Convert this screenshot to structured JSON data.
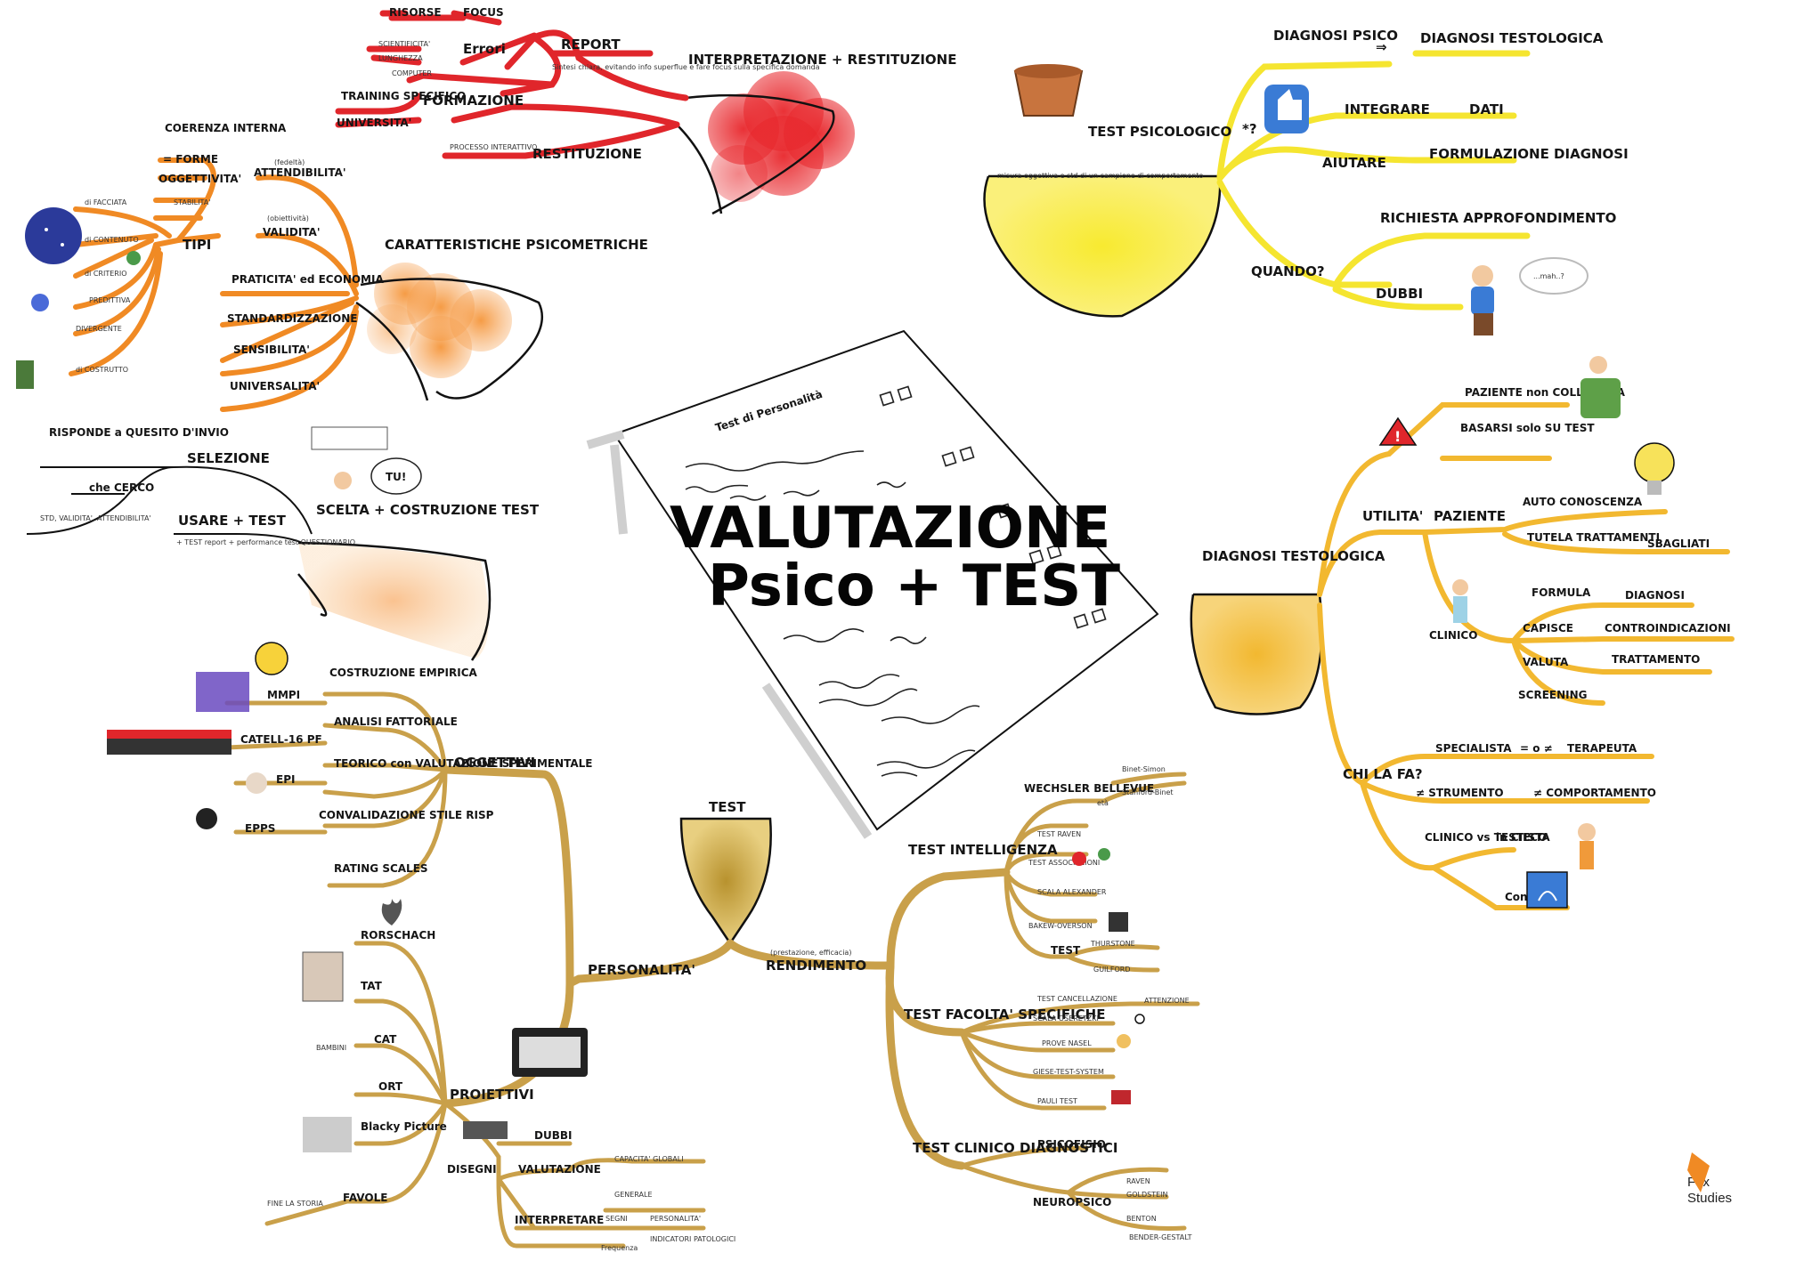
{
  "title": {
    "line1": "VALUTAZIONE",
    "line2": "Psico + TEST"
  },
  "paper": {
    "header": "Test di Personalità"
  },
  "colors": {
    "red": "#e0262b",
    "orange": "#f08a24",
    "yellow": "#f5e530",
    "gold": "#f2b830",
    "brown": "#c9a04a",
    "ink": "#151515"
  },
  "top_red": {
    "root": "INTERPRETAZIONE + RESTITUZIONE",
    "report": "REPORT",
    "report_note": "Sintesi chiara, evitando info superflue e fare focus sulla specifica domanda",
    "errori": "Errori",
    "risorse": "RISORSE",
    "focus": "FOCUS",
    "scientificita": "SCIENTIFICITA'",
    "lunghezza": "LUNGHEZZA",
    "computer": "COMPUTER",
    "formazione": "FORMAZIONE",
    "training": "TRAINING SPECIFICO",
    "universita": "UNIVERSITA'",
    "restituzione": "RESTITUZIONE",
    "processo": "PROCESSO INTERATTIVO"
  },
  "top_orange": {
    "root": "CARATTERISTICHE PSICOMETRICHE",
    "attendibilita": "ATTENDIBILITA'",
    "attendibilita_note": "(fedeltà)",
    "coerenza": "COERENZA INTERNA",
    "forme": "= FORME",
    "oggettivita": "OGGETTIVITA'",
    "stabilita": "STABILITA'",
    "tipi": "TIPI",
    "validita": "VALIDITA'",
    "validita_note": "(obiettività)",
    "facciata": "di FACCIATA",
    "contenuto": "di CONTENUTO",
    "criterio": "di CRITERIO",
    "predittiva": "PREDITTIVA",
    "divergente": "DIVERGENTE",
    "costrutto": "di COSTRUTTO",
    "praticita": "PRATICITA' ed ECONOMIA",
    "standardizzazione": "STANDARDIZZAZIONE",
    "sensibilita": "SENSIBILITA'",
    "universalita": "UNIVERSALITA'"
  },
  "left_scelta": {
    "root": "SCELTA + COSTRUZIONE TEST",
    "risponde": "RISPONDE a QUESITO D'INVIO",
    "selezione": "SELEZIONE",
    "cerco": "che CERCO",
    "std": "STD, VALIDITA', ATTENDIBILITA'",
    "usare": "USARE + TEST",
    "usare_note": "+ TEST report + performance test QUESTIONARIO",
    "tui": "TU!"
  },
  "top_yellow": {
    "root": "TEST PSICOLOGICO",
    "root_note": "misura oggettiva e std di un campione di comportamento",
    "diagnosi_psico": "DIAGNOSI PSICO",
    "diagnosi_testologica": "DIAGNOSI TESTOLOGICA",
    "integrare": "INTEGRARE",
    "dati": "DATI",
    "aiutare": "AIUTARE",
    "formulazione": "FORMULAZIONE DIAGNOSI",
    "quando": "QUANDO?",
    "richiesta": "RICHIESTA APPROFONDIMENTO",
    "dubbi": "DUBBI",
    "mah": "...mah..?",
    "perche": "*?"
  },
  "right_gold": {
    "root": "DIAGNOSI TESTOLOGICA",
    "paziente_non": "PAZIENTE non COLLABORA",
    "basarsi": "BASARSI solo SU TEST",
    "utilita": "UTILITA'",
    "paziente": "PAZIENTE",
    "auto": "AUTO CONOSCENZA",
    "tutela": "TUTELA TRATTAMENTI",
    "sbagliati": "SBAGLIATI",
    "clinico": "CLINICO",
    "formula": "FORMULA",
    "diagnosi": "DIAGNOSI",
    "capisce": "CAPISCE",
    "controindicazioni": "CONTROINDICAZIONI",
    "valuta": "VALUTA",
    "trattamento": "TRATTAMENTO",
    "screening": "SCREENING",
    "chi": "CHI LA FA?",
    "specialista": "SPECIALISTA",
    "specialista_eq": "= o ≠",
    "terapeuta": "TERAPEUTA",
    "strumento": "≠ STRUMENTO",
    "comportamento": "≠ COMPORTAMENTO",
    "clinico_testista": "CLINICO vs TESTISTA",
    "cieco": "in CIECO",
    "con": "Con"
  },
  "bottom_left": {
    "test": "TEST",
    "personalita": "PERSONALITA'",
    "oggettivi": "OGGETTIVI",
    "costruzione_empirica": "COSTRUZIONE EMPIRICA",
    "mmpi": "MMPI",
    "analisi": "ANALISI FATTORIALE",
    "cattell": "CATELL-16 PF",
    "teorico": "TEORICO con VALUTAZIONE SPERIMENTALE",
    "epi": "EPI",
    "convalidazione": "CONVALIDAZIONE STILE RISP",
    "epps": "EPPS",
    "rating": "RATING SCALES",
    "proiettivi": "PROIETTIVI",
    "rorschach": "RORSCHACH",
    "tat": "TAT",
    "cat": "CAT",
    "bambini": "BAMBINI",
    "ort": "ORT",
    "blacky": "Blacky Picture",
    "favole": "FAVOLE",
    "fine": "FINE LA STORIA",
    "disegni": "DISEGNI",
    "dubbi": "DUBBI",
    "valutazione": "VALUTAZIONE",
    "capacita": "CAPACITA' GLOBALI",
    "interpretare": "INTERPRETARE",
    "generale": "GENERALE",
    "segni": "SEGNI",
    "personalita2": "PERSONALITA'",
    "indicatori": "INDICATORI PATOLOGICI",
    "frequenza": "Frequenza"
  },
  "bottom_right": {
    "rendimento": "RENDIMENTO",
    "rendimento_note": "(prestazione, efficacia)",
    "intelligenza": "TEST INTELLIGENZA",
    "wechsler": "WECHSLER BELLEVUE",
    "eta": "età",
    "binet": "Binet-Simon",
    "stanford": "Stanford-Binet",
    "raven": "TEST RAVEN",
    "associazioni": "TEST ASSOCIAZIONI",
    "alexander": "SCALA ALEXANDER",
    "bakew": "BAKEW-OVERSON",
    "thurstone": "THURSTONE",
    "test_word": "TEST",
    "guilford": "GUILFORD",
    "facolta": "TEST FACOLTA' SPECIFICHE",
    "cancellazione": "TEST CANCELLAZIONE",
    "attenzione": "ATTENZIONE",
    "oseretzki": "SCALA OSERETZKI",
    "nasel": "PROVE NASEL",
    "giese": "GIESE-TEST-SYSTEM",
    "pauli": "PAULI TEST",
    "clinico_diag": "TEST CLINICO DIAGNOSTICI",
    "psicofisio": "PSICOFISIO",
    "neuropsico": "NEUROPSICO",
    "raven2": "RAVEN",
    "goldstein": "GOLDSTEIN",
    "benton": "BENTON",
    "bender": "BENDER-GESTALT"
  },
  "logo": {
    "line1": "Fox",
    "line2": "Studies"
  }
}
